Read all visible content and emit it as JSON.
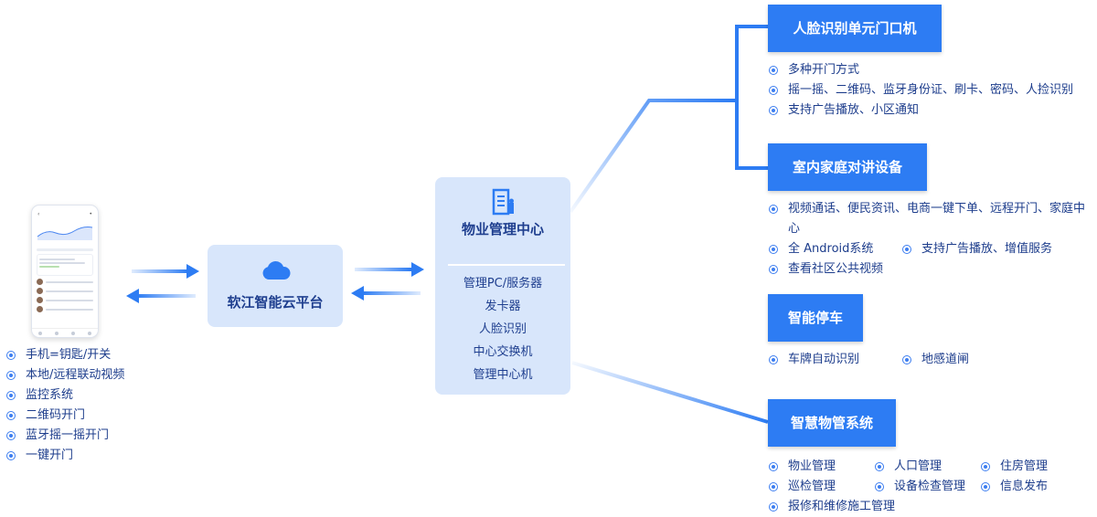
{
  "mobile": {
    "items": [
      "手机=钥匙/开关",
      "本地/远程联动视频",
      "监控系统",
      "二维码开门",
      "蓝牙摇一摇开门",
      "一键开门"
    ]
  },
  "cloud": {
    "label": "软江智能云平台",
    "icon": "cloud-icon"
  },
  "center": {
    "title": "物业管理中心",
    "icon": "building-icon",
    "items": [
      "管理PC/服务器",
      "发卡器",
      "人脸识别",
      "中心交换机",
      "管理中心机"
    ]
  },
  "face_door": {
    "title": "人脸识别单元门口机",
    "items": [
      "多种开门方式",
      "摇一摇、二维码、监牙身份证、刷卡、密码、人捡识别",
      "支持广告播放、小区通知"
    ]
  },
  "indoor": {
    "title": "室内家庭对讲设备",
    "item1": "视频通话、便民资讯、电商一键下单、远程开门、家庭中心",
    "item2a": "全 Android系统",
    "item2b": "支持广告播放、增值服务",
    "item3": "查看社区公共视频"
  },
  "parking": {
    "title": "智能停车",
    "items": [
      "车牌自动识别",
      "地感道闸"
    ]
  },
  "property": {
    "title": "智慧物管系统",
    "items": [
      "物业管理",
      "人口管理",
      "住房管理",
      "巡检管理",
      "设备检查管理",
      "信息发布",
      "报修和维修施工管理"
    ]
  },
  "colors": {
    "accent": "#2d7cf3",
    "panel": "#d8e6fb",
    "text": "#1d3d8c"
  }
}
